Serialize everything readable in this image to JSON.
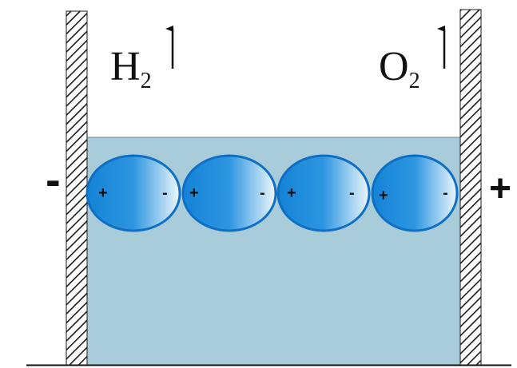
{
  "labels": {
    "cathode_gas_main": "H",
    "cathode_gas_sub": "2",
    "anode_gas_main": "O",
    "anode_gas_sub": "2",
    "cathode_sign": "-",
    "anode_sign": "+"
  },
  "molecules": [
    {
      "pos_label": "+",
      "neg_label": "-"
    },
    {
      "pos_label": "+",
      "neg_label": "-"
    },
    {
      "pos_label": "+",
      "neg_label": "-"
    },
    {
      "pos_label": "+",
      "neg_label": "-"
    }
  ],
  "colors": {
    "electrolyte": "#a9ccda",
    "molecule_dark": "#1483d6",
    "molecule_light": "#eef7fc",
    "molecule_outline": "#0f6fc4",
    "hatch": "#1a1a1a"
  }
}
